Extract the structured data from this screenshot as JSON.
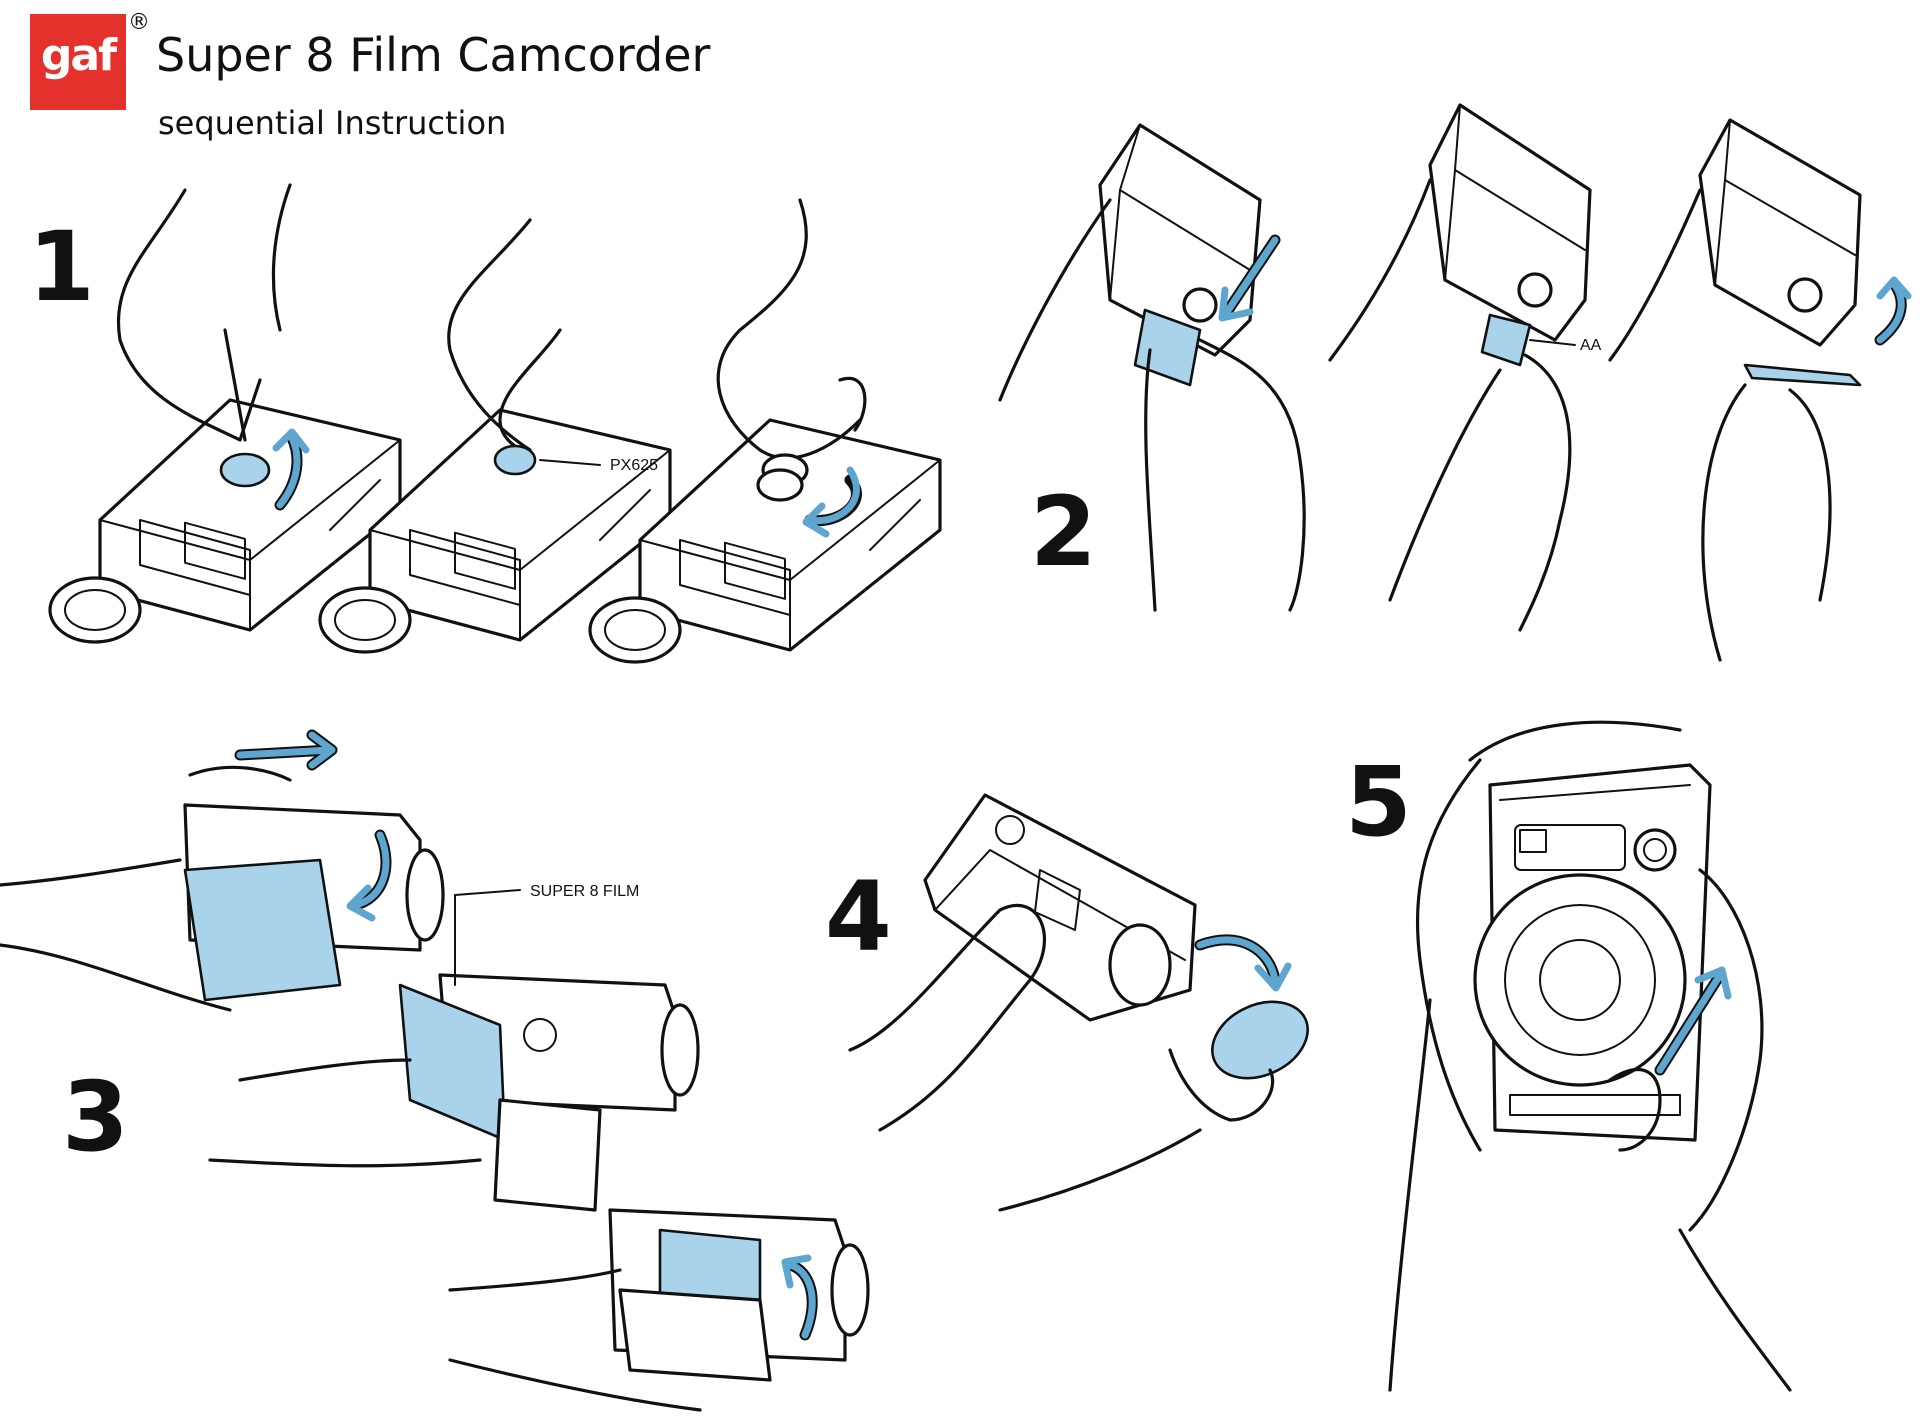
{
  "brand": {
    "logo_text": "gaf",
    "registered_mark": "®",
    "accent": "#e4312b"
  },
  "header": {
    "title": "Super 8 Film Camcorder",
    "subtitle": "sequential Instruction"
  },
  "steps": [
    {
      "number": "1",
      "callout": "PX625"
    },
    {
      "number": "2",
      "callout": "AA"
    },
    {
      "number": "3",
      "callout": "SUPER 8 FILM"
    },
    {
      "number": "4",
      "callout": ""
    },
    {
      "number": "5",
      "callout": ""
    }
  ],
  "colors": {
    "highlight_fill": "#a9d3ea",
    "arrow": "#5ea6cf",
    "line": "#111111"
  }
}
